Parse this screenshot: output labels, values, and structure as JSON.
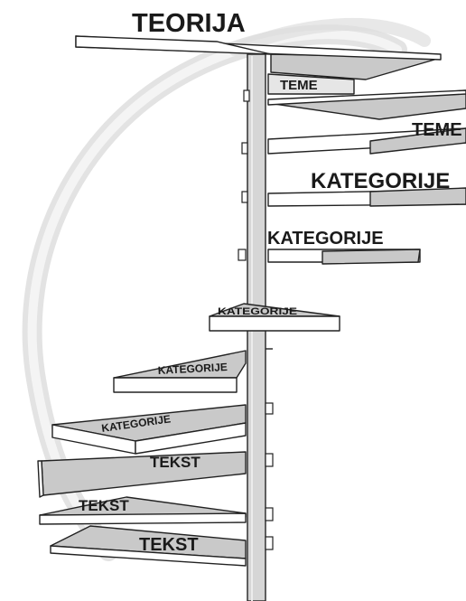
{
  "title": "TEORIJA",
  "steps": [
    {
      "label": "TEME"
    },
    {
      "label": "TEME"
    },
    {
      "label": "KATEGORIJE"
    },
    {
      "label": "KATEGORIJE"
    },
    {
      "label": "KATEGORIJE"
    },
    {
      "label": "KATEGORIJE"
    },
    {
      "label": "KATEGORIJE"
    },
    {
      "label": "TEKST"
    },
    {
      "label": "TEKST"
    },
    {
      "label": "TEKST"
    }
  ],
  "colors": {
    "step_fill": "#cfcfcf",
    "pole_fill": "#d6d6d6",
    "ribbon": "#dcdcdc",
    "outline": "#222222"
  }
}
